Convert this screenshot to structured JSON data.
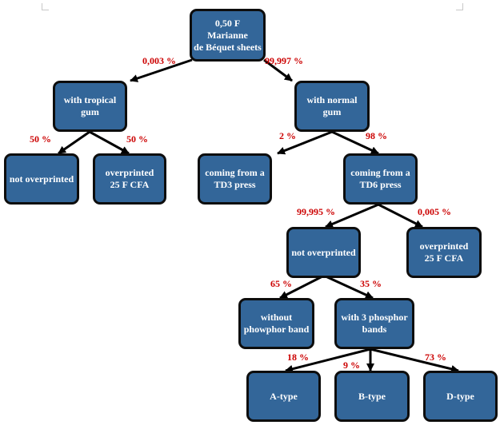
{
  "nodes": {
    "root": "0,50 F\nMarianne\nde Béquet sheets",
    "tropical": "with tropical\ngum",
    "normal": "with normal\ngum",
    "trop_not": "not overprinted",
    "trop_over": "overprinted\n25 F CFA",
    "td3": "coming from a\nTD3 press",
    "td6": "coming from a\nTD6 press",
    "td6_not": "not overprinted",
    "td6_over": "overprinted\n25 F CFA",
    "no_band": "without\nphowphor band",
    "three_bands": "with 3 phosphor\nbands",
    "a_type": "A-type",
    "b_type": "B-type",
    "d_type": "D-type"
  },
  "percentages": {
    "tropical": "0,003 %",
    "normal": "99,997 %",
    "trop_not": "50 %",
    "trop_over": "50 %",
    "td3": "2 %",
    "td6": "98 %",
    "td6_not": "99,995 %",
    "td6_over": "0,005 %",
    "no_band": "65 %",
    "three_bands": "35 %",
    "a_type": "18 %",
    "b_type": "9 %",
    "d_type": "73 %"
  },
  "colors": {
    "box_fill": "#336699",
    "box_border": "#0d0d0d",
    "box_text": "#ffffff",
    "percent_text": "#cc0000",
    "connector": "#000000"
  }
}
